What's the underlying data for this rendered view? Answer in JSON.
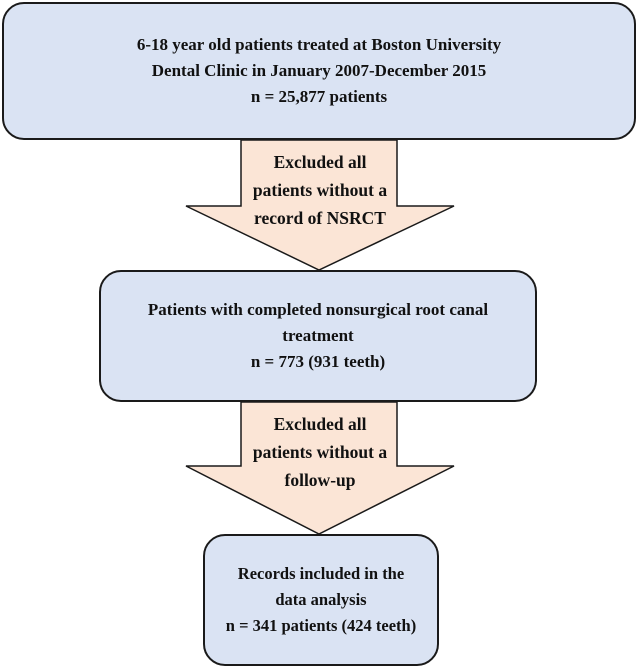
{
  "boxes": {
    "top": {
      "line1": "6-18 year old patients treated at Boston University",
      "line2": "Dental Clinic in January 2007-December 2015",
      "line3": "n = 25,877 patients"
    },
    "middle": {
      "line1": "Patients with completed nonsurgical root canal",
      "line2": "treatment",
      "line3": "n = 773 (931 teeth)"
    },
    "bottom": {
      "line1": "Records included in the",
      "line2": "data analysis",
      "line3": "n = 341 patients (424 teeth)"
    }
  },
  "arrows": {
    "first": {
      "line1": "Excluded all",
      "line2": "patients without a",
      "line3": "record of NSRCT"
    },
    "second": {
      "line1": "Excluded all",
      "line2": "patients without a",
      "line3": "follow-up"
    }
  },
  "colors": {
    "box_fill": "#dae3f3",
    "arrow_fill": "#fbe5d6",
    "stroke": "#1a1a1a"
  }
}
